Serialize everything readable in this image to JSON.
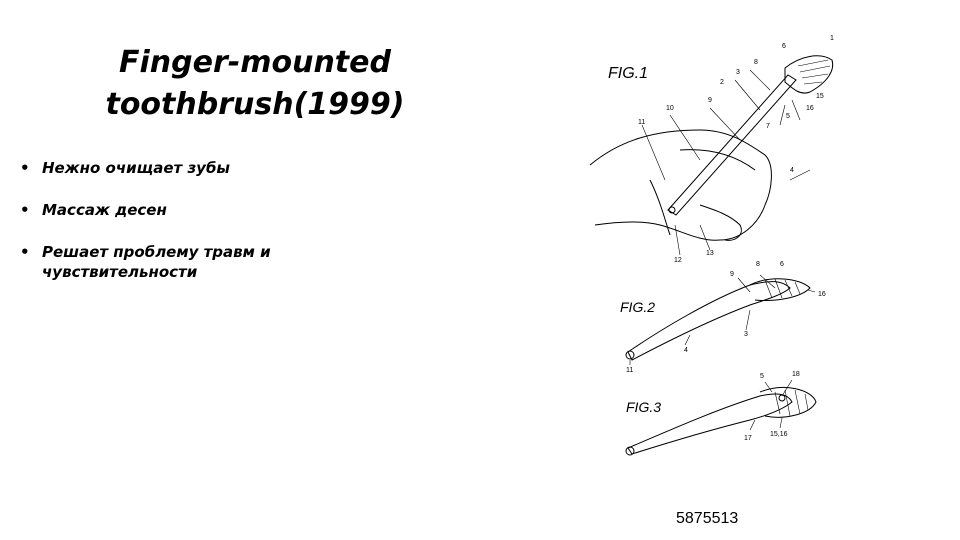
{
  "slide": {
    "title_line1": "Finger-mounted",
    "title_line2": "toothbrush(1999)",
    "bullets": [
      "Нежно очищает зубы",
      "Массаж десен",
      "Решает проблему травм и чувствительности"
    ],
    "patent_number": "5875513"
  },
  "figures": {
    "fig1_label": "FIG.1",
    "fig2_label": "FIG.2",
    "fig3_label": "FIG.3",
    "fig1_callouts": [
      "6",
      "1",
      "8",
      "3",
      "2",
      "10",
      "11",
      "9",
      "15",
      "16",
      "5",
      "7",
      "4",
      "12",
      "13"
    ],
    "fig2_callouts": [
      "8",
      "6",
      "9",
      "16",
      "3",
      "4",
      "11"
    ],
    "fig3_callouts": [
      "5",
      "18",
      "17",
      "15,16"
    ]
  }
}
